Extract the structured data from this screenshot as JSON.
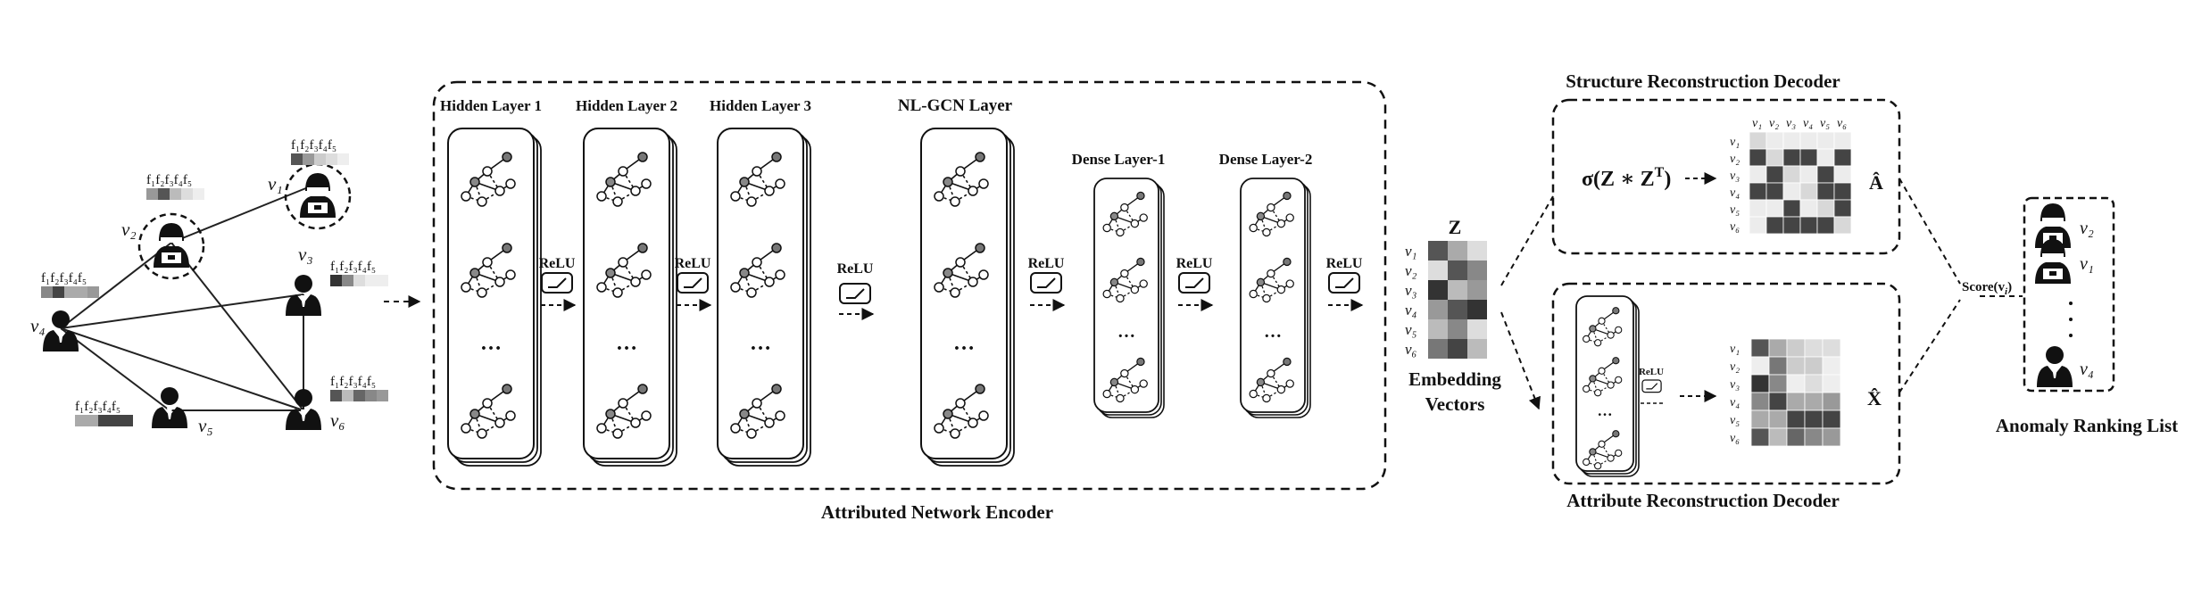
{
  "input_graph": {
    "feature_label": "f₁f₂f₃f₄f₅",
    "nodes": [
      {
        "label": "v₁",
        "kind": "anomaly"
      },
      {
        "label": "v₂",
        "kind": "anomaly"
      },
      {
        "label": "v₃",
        "kind": "normal"
      },
      {
        "label": "v₄",
        "kind": "normal"
      },
      {
        "label": "v₅",
        "kind": "normal"
      },
      {
        "label": "v₆",
        "kind": "normal"
      }
    ]
  },
  "encoder": {
    "title": "Attributed Network Encoder",
    "layers": [
      "Hidden Layer 1",
      "Hidden Layer 2",
      "Hidden Layer 3",
      "NL-GCN Layer",
      "Dense Layer-1",
      "Dense Layer-2"
    ],
    "activation": "ReLU",
    "ellipsis": "…"
  },
  "embedding": {
    "symbol": "Z",
    "caption_line1": "Embedding",
    "caption_line2": "Vectors",
    "rows": [
      "v₁",
      "v₂",
      "v₃",
      "v₄",
      "v₅",
      "v₆"
    ],
    "cells": [
      [
        "#555",
        "#aaa",
        "#ddd"
      ],
      [
        "#ddd",
        "#555",
        "#888"
      ],
      [
        "#333",
        "#bbb",
        "#999"
      ],
      [
        "#999",
        "#555",
        "#333"
      ],
      [
        "#bbb",
        "#888",
        "#ddd"
      ],
      [
        "#777",
        "#444",
        "#bbb"
      ]
    ]
  },
  "structure_decoder": {
    "title": "Structure Reconstruction Decoder",
    "formula": "σ(Z ∗ Z",
    "formula_sup": "T",
    "formula_close": ")",
    "output": "Â",
    "row_labels": [
      "v₁",
      "v₂",
      "v₃",
      "v₄",
      "v₅",
      "v₆"
    ],
    "col_labels": [
      "v₁",
      "v₂",
      "v₃",
      "v₄",
      "v₅",
      "v₆"
    ],
    "matrix": [
      [
        0,
        0,
        0,
        0,
        0,
        0
      ],
      [
        1,
        0,
        1,
        1,
        0,
        1
      ],
      [
        0,
        1,
        0,
        0,
        1,
        0
      ],
      [
        1,
        1,
        0,
        0,
        1,
        1
      ],
      [
        0,
        0,
        1,
        0,
        0,
        1
      ],
      [
        0,
        1,
        1,
        1,
        1,
        0
      ]
    ]
  },
  "attribute_decoder": {
    "title": "Attribute Reconstruction Decoder",
    "activation": "ReLU",
    "output": "X̂",
    "ellipsis": "…",
    "row_labels": [
      "v₁",
      "v₂",
      "v₃",
      "v₄",
      "v₅",
      "v₆"
    ],
    "cells": [
      [
        "#555",
        "#aaa",
        "#ccc",
        "#ddd",
        "#ddd"
      ],
      [
        "#eee",
        "#777",
        "#ccc",
        "#ccc",
        "#eee"
      ],
      [
        "#333",
        "#888",
        "#eee",
        "#ddd",
        "#eee"
      ],
      [
        "#888",
        "#444",
        "#aaa",
        "#aaa",
        "#999"
      ],
      [
        "#aaa",
        "#aaa",
        "#444",
        "#444",
        "#444"
      ],
      [
        "#555",
        "#bbb",
        "#666",
        "#888",
        "#999"
      ]
    ]
  },
  "ranking": {
    "score_label": "Score(v",
    "score_sub": "i",
    "score_close": ")",
    "title": "Anomaly Ranking List",
    "items": [
      "v₂",
      "v₁",
      "v₄"
    ]
  }
}
